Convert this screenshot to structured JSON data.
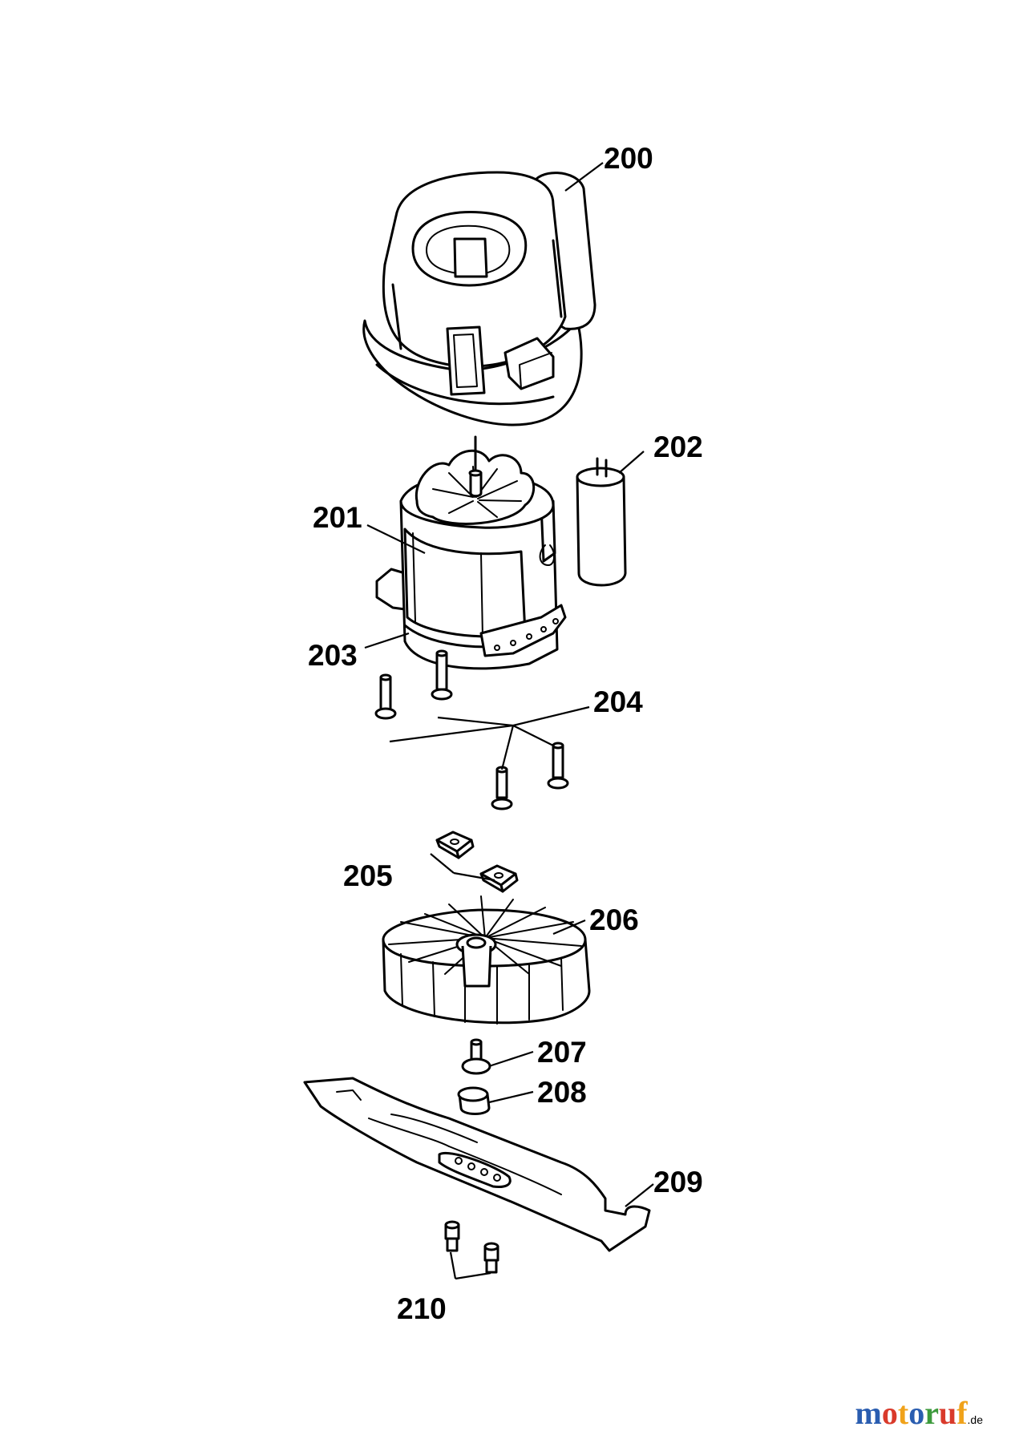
{
  "diagram": {
    "part_labels": {
      "p200": "200",
      "p201": "201",
      "p202": "202",
      "p203": "203",
      "p204": "204",
      "p205": "205",
      "p206": "206",
      "p207": "207",
      "p208": "208",
      "p209": "209",
      "p210": "210"
    }
  },
  "watermark": {
    "letters": [
      "m",
      "o",
      "t",
      "o",
      "r",
      "u",
      "f"
    ],
    "colors": [
      "#2a5db0",
      "#d93a2b",
      "#f0a21a",
      "#2a5db0",
      "#3c9a3c",
      "#d93a2b",
      "#f0a21a"
    ],
    "suffix": ".de"
  }
}
